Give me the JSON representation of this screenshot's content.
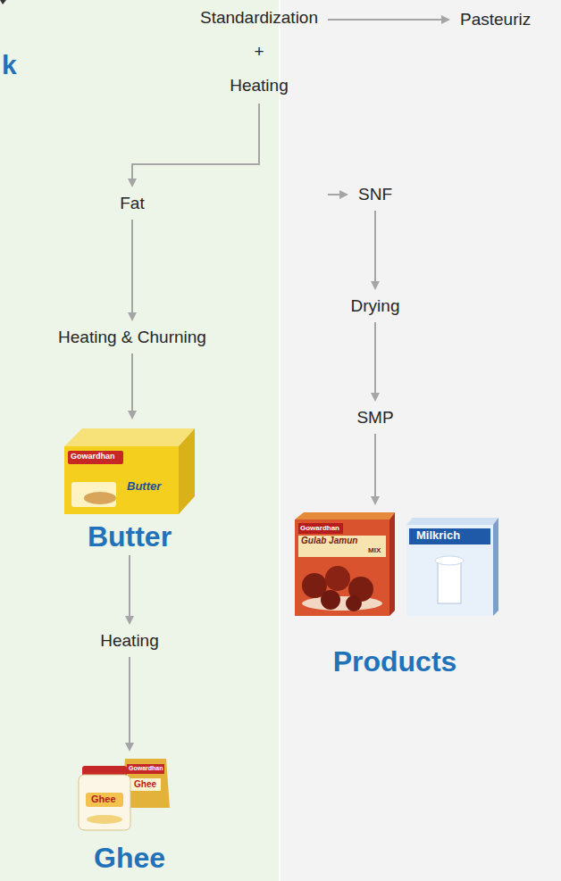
{
  "diagram": {
    "nodes": [
      {
        "text": [
          "Standardization",
          "+",
          "Heating"
        ]
      },
      {
        "text": [
          "Pasteuriz"
        ]
      },
      {
        "text": [
          "Fat"
        ]
      },
      {
        "text": [
          "SNF"
        ]
      },
      {
        "text": [
          "Heating & Churning"
        ]
      },
      {
        "text": [
          "Butter"
        ]
      },
      {
        "text": [
          "Heating"
        ]
      },
      {
        "text": [
          "Ghee"
        ]
      },
      {
        "text": [
          "Drying"
        ]
      },
      {
        "text": [
          "SMP"
        ]
      },
      {
        "text": [
          "Products"
        ]
      }
    ],
    "edges": [
      {
        "from": 0,
        "to": 1,
        "arrow": "to"
      },
      {
        "from": 0,
        "to": 2,
        "arrow": "to"
      },
      {
        "from": 0,
        "to": 3,
        "arrow": "to"
      },
      {
        "from": 2,
        "to": 4,
        "arrow": "to"
      },
      {
        "from": 4,
        "to": 5,
        "arrow": "to"
      },
      {
        "from": 5,
        "to": 6,
        "arrow": "to"
      },
      {
        "from": 6,
        "to": 7,
        "arrow": "to"
      },
      {
        "from": 3,
        "to": 8,
        "arrow": "to"
      },
      {
        "from": 8,
        "to": 9,
        "arrow": "to"
      },
      {
        "from": 9,
        "to": 10,
        "arrow": "to"
      }
    ],
    "labels": [
      "k",
      "Gowardhan",
      "Butter",
      "Gowardhan",
      "Gulab Jamun",
      "MIX",
      "Milkrich",
      "Gowardhan",
      "Ghee",
      "Ghee"
    ]
  }
}
